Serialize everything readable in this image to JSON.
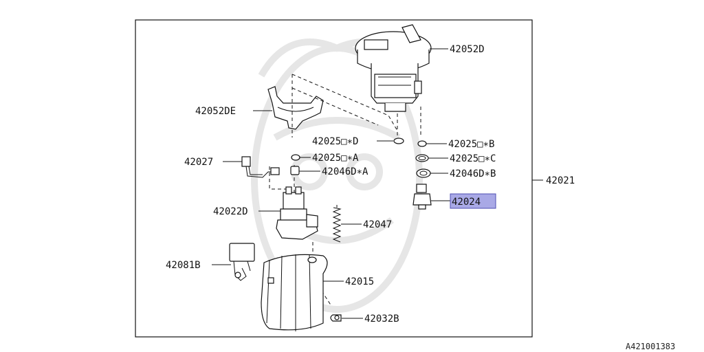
{
  "diagram": {
    "callouts": {
      "p42052D": "42052D",
      "p42052DE": "42052DE",
      "p42025DsD": "42025□∗D",
      "p42025DsB": "42025□∗B",
      "p42025DsA": "42025□∗A",
      "p42025DsC": "42025□∗C",
      "p42027": "42027",
      "p42046DsA": "42046D∗A",
      "p42046DsB": "42046D∗B",
      "p42021": "42021",
      "p42024": "42024",
      "p42022D": "42022D",
      "p42047": "42047",
      "p42081B": "42081B",
      "p42015": "42015",
      "p42032B": "42032B"
    },
    "highlighted_part": "42024",
    "highlight_color": "#a9a9e6",
    "reference_code": "A421001383"
  }
}
